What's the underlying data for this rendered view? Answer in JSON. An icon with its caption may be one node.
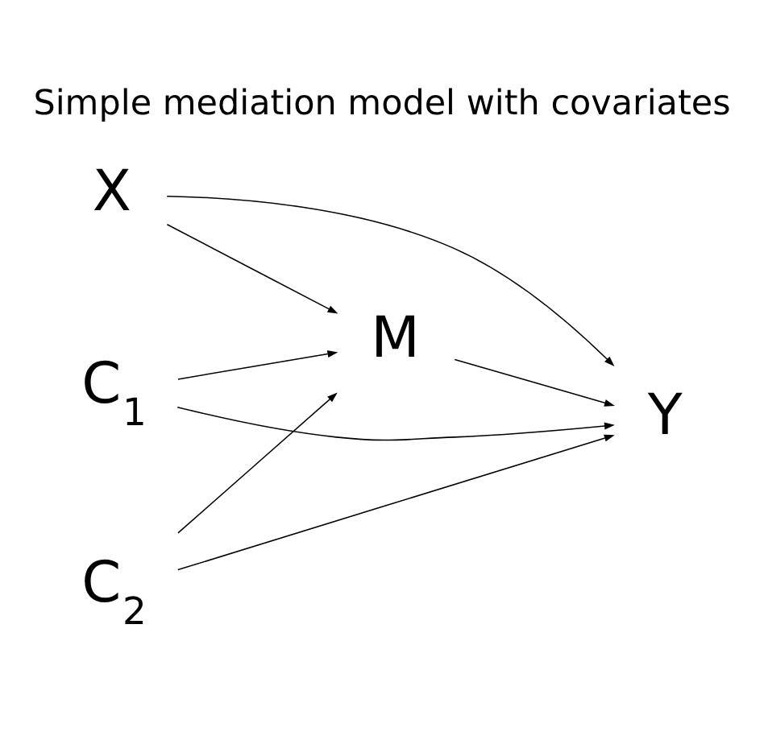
{
  "diagram": {
    "title": "Simple mediation model with covariates",
    "nodes": [
      {
        "text": [
          "M"
        ]
      },
      {
        "text": [
          "X"
        ]
      },
      {
        "text": [
          "Y"
        ]
      },
      {
        "text": [
          "C$_{1}$"
        ]
      },
      {
        "text": [
          "C$_{2}$"
        ]
      }
    ],
    "edges": [
      {
        "from": 1,
        "to": 0,
        "arrow": "to"
      },
      {
        "from": 1,
        "to": 2,
        "arrow": "to"
      },
      {
        "from": 0,
        "to": 2,
        "arrow": "to"
      },
      {
        "from": 3,
        "to": 0,
        "arrow": "to"
      },
      {
        "from": 3,
        "to": 2,
        "arrow": "to"
      },
      {
        "from": 4,
        "to": 0,
        "arrow": "to"
      },
      {
        "from": 4,
        "to": 2,
        "arrow": "to"
      }
    ]
  }
}
